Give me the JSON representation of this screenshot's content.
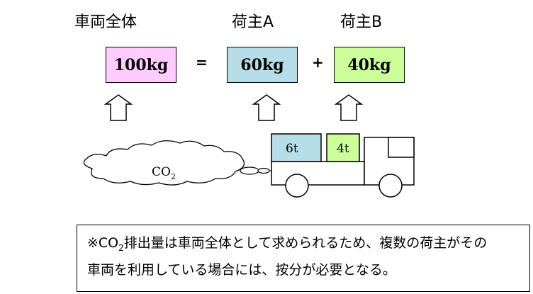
{
  "headers": {
    "vehicle_total": "車両全体",
    "shipper_a": "荷主A",
    "shipper_b": "荷主B"
  },
  "boxes": {
    "total": {
      "value": "100kg",
      "color": "#ffccff"
    },
    "shipper_a": {
      "value": "60kg",
      "color": "#b7dde8"
    },
    "shipper_b": {
      "value": "40kg",
      "color": "#ccff99"
    }
  },
  "operators": {
    "equals": "=",
    "plus": "+"
  },
  "truck": {
    "cargo_a": {
      "label": "6t",
      "color": "#b7dde8"
    },
    "cargo_b": {
      "label": "4t",
      "color": "#ccff99"
    }
  },
  "emission": {
    "label_main": "CO",
    "label_sub": "2"
  },
  "note": {
    "prefix": "※CO",
    "sub": "2",
    "rest": "排出量は車両全体として求められるため、複数の荷主がその",
    "line2": "車両を利用している場合には、按分が必要となる。"
  }
}
